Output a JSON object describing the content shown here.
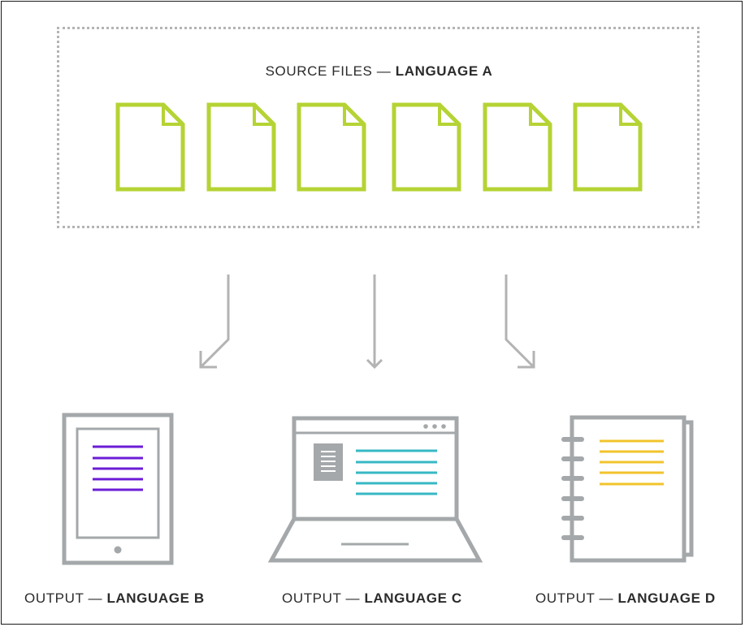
{
  "source": {
    "label_prefix": "SOURCE FILES — ",
    "label_bold": "LANGUAGE A",
    "file_count": 6,
    "file_color": "#b5d334"
  },
  "outputs": [
    {
      "device": "tablet",
      "label_prefix": "OUTPUT — ",
      "label_bold": "LANGUAGE B",
      "line_color": "#6b1cd6"
    },
    {
      "device": "laptop",
      "label_prefix": "OUTPUT — ",
      "label_bold": "LANGUAGE C",
      "line_color": "#37b8c4"
    },
    {
      "device": "notebook",
      "label_prefix": "OUTPUT — ",
      "label_bold": "LANGUAGE D",
      "line_color": "#f2c42c"
    }
  ],
  "colors": {
    "device_gray": "#a4a8aa",
    "arrow_gray": "#b3b3b3",
    "dotted_border": "#b4b4b4"
  }
}
